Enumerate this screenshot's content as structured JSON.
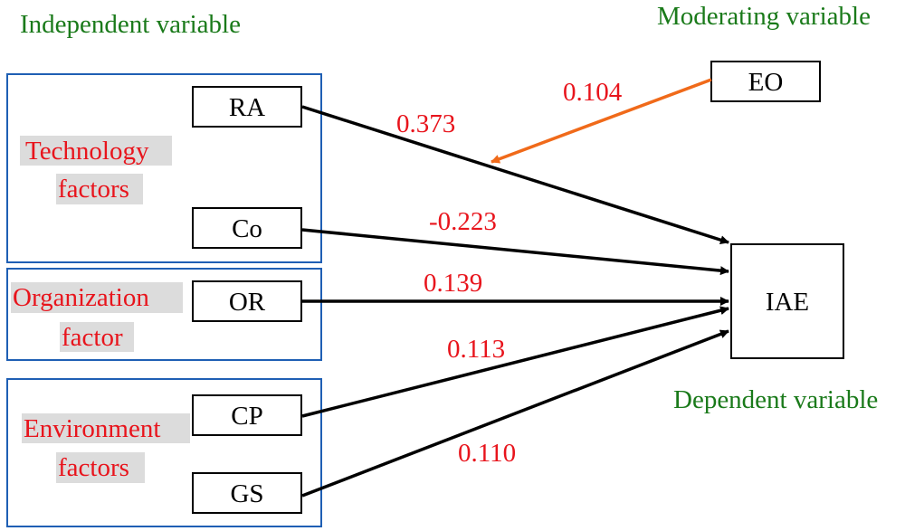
{
  "colors": {
    "heading": "#1a7a1a",
    "coefficient": "#e8141c",
    "group_label": "#e8141c",
    "group_label_highlight": "#dcdcdc",
    "group_border": "#1f5fb4",
    "node_border": "#000000",
    "path": "#000000",
    "moderator_path": "#f06a1a"
  },
  "headings": {
    "independent": "Independent variable",
    "moderating": "Moderating variable",
    "dependent": "Dependent variable"
  },
  "groups": {
    "technology": {
      "line1": "Technology",
      "line2": "factors"
    },
    "organization": {
      "line1": "Organization",
      "line2": "factor"
    },
    "environment": {
      "line1": "Environment",
      "line2": "factors"
    }
  },
  "nodes": {
    "ra": "RA",
    "co": "Co",
    "or": "OR",
    "cp": "CP",
    "gs": "GS",
    "iae": "IAE",
    "eo": "EO"
  },
  "paths": {
    "ra_iae": "0.373",
    "co_iae": "-0.223",
    "or_iae": "0.139",
    "cp_iae": "0.113",
    "gs_iae": "0.110",
    "eo_moderation": "0.104"
  }
}
